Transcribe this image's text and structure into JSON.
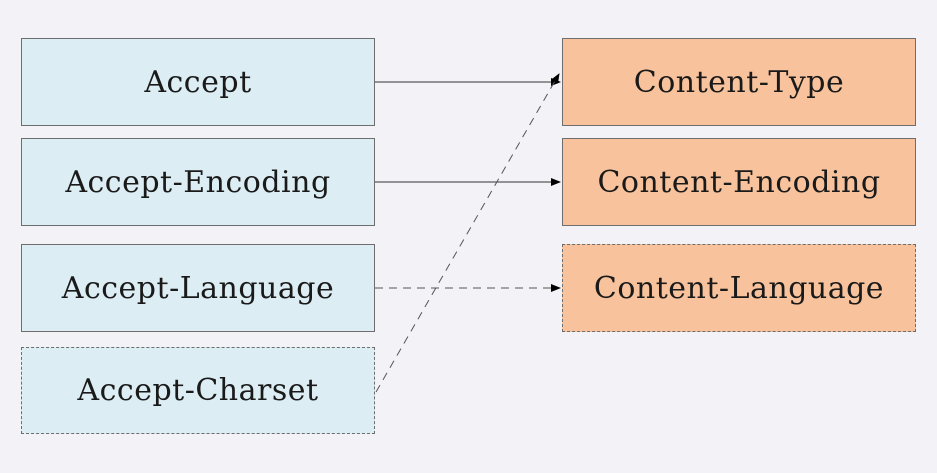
{
  "request_headers": [
    {
      "label": "Accept"
    },
    {
      "label": "Accept-Encoding"
    },
    {
      "label": "Accept-Language"
    },
    {
      "label": "Accept-Charset"
    }
  ],
  "response_headers": [
    {
      "label": "Content-Type"
    },
    {
      "label": "Content-Encoding"
    },
    {
      "label": "Content-Language"
    }
  ],
  "colors": {
    "request_fill": "#dcedf4",
    "response_fill": "#f8c39c",
    "border": "#6e6e6e",
    "background": "#f3f2f7"
  }
}
